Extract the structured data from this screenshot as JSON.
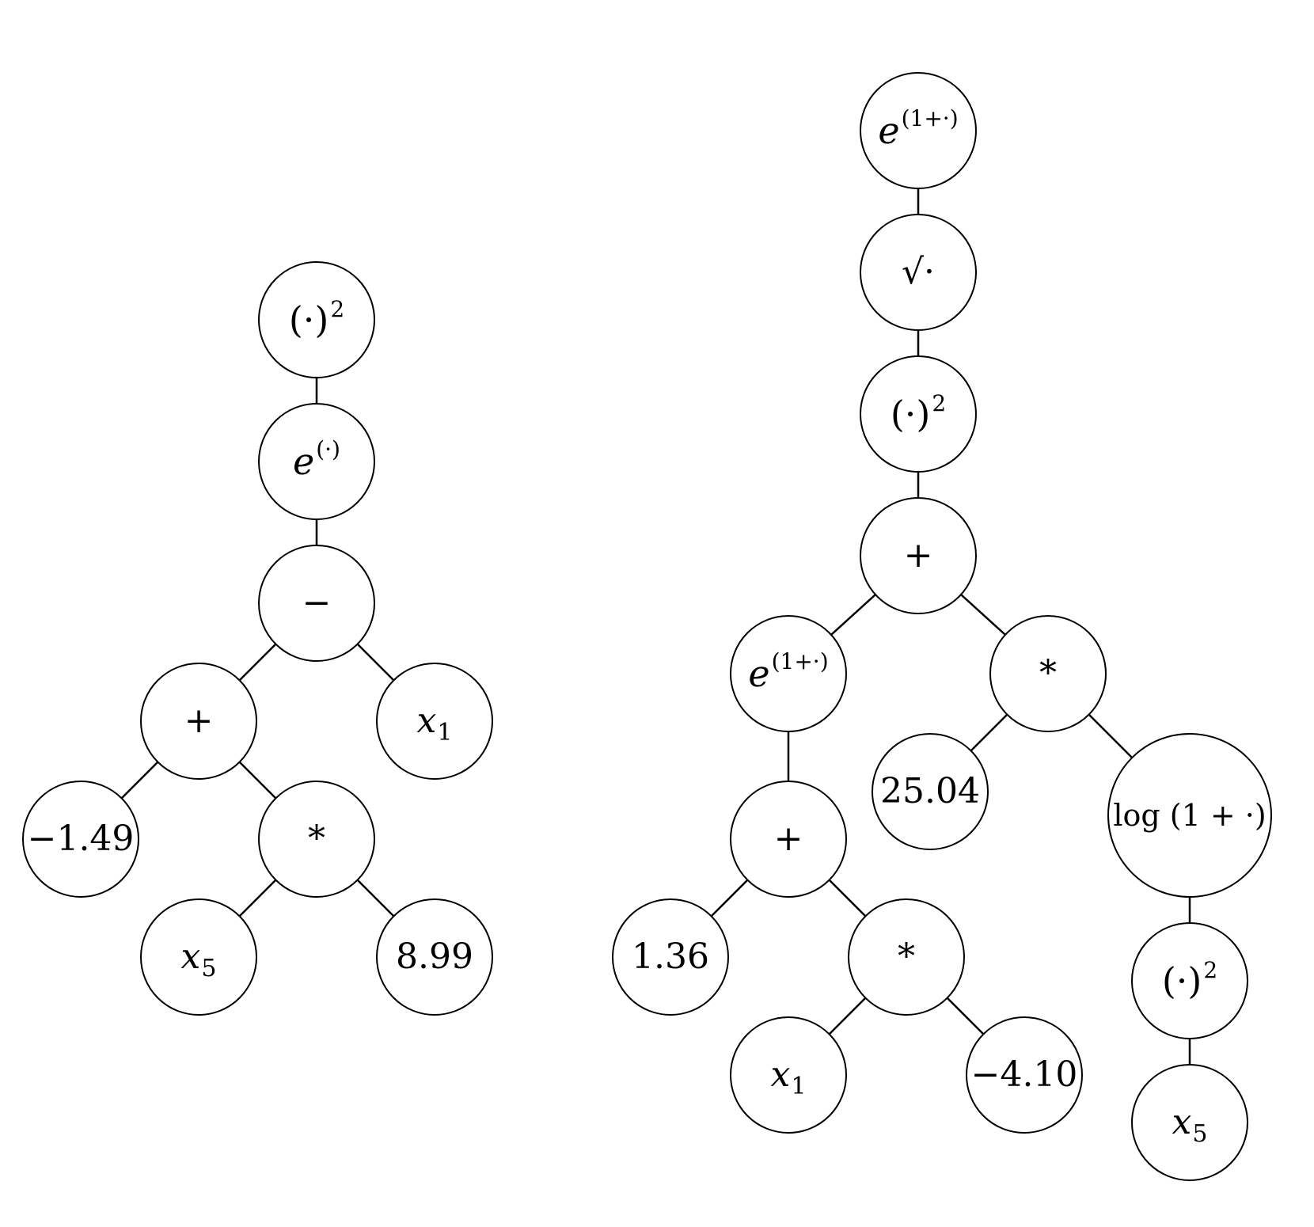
{
  "trees": [
    {
      "nodes": [
        {
          "id": "a1",
          "kind": "pow",
          "base": "(·)",
          "sup": "2"
        },
        {
          "id": "a2",
          "kind": "exp",
          "base": "e",
          "sup": "(·)"
        },
        {
          "id": "a3",
          "kind": "op",
          "text": "−"
        },
        {
          "id": "a4",
          "kind": "op",
          "text": "+"
        },
        {
          "id": "a5",
          "kind": "var",
          "base": "x",
          "sub": "1"
        },
        {
          "id": "a6",
          "kind": "num",
          "text": "−1.49"
        },
        {
          "id": "a7",
          "kind": "op",
          "text": "*"
        },
        {
          "id": "a8",
          "kind": "var",
          "base": "x",
          "sub": "5"
        },
        {
          "id": "a9",
          "kind": "num",
          "text": "8.99"
        }
      ],
      "edges": [
        [
          "a1",
          "a2"
        ],
        [
          "a2",
          "a3"
        ],
        [
          "a3",
          "a4"
        ],
        [
          "a3",
          "a5"
        ],
        [
          "a4",
          "a6"
        ],
        [
          "a4",
          "a7"
        ],
        [
          "a7",
          "a8"
        ],
        [
          "a7",
          "a9"
        ]
      ]
    },
    {
      "nodes": [
        {
          "id": "b1",
          "kind": "exp",
          "base": "e",
          "sup": "(1+·)"
        },
        {
          "id": "b2",
          "kind": "op",
          "text": "√·"
        },
        {
          "id": "b3",
          "kind": "pow",
          "base": "(·)",
          "sup": "2"
        },
        {
          "id": "b4",
          "kind": "op",
          "text": "+"
        },
        {
          "id": "b5",
          "kind": "exp",
          "base": "e",
          "sup": "(1+·)"
        },
        {
          "id": "b6",
          "kind": "op",
          "text": "*"
        },
        {
          "id": "b7",
          "kind": "op",
          "text": "+"
        },
        {
          "id": "b8",
          "kind": "num",
          "text": "25.04"
        },
        {
          "id": "b9",
          "kind": "fn",
          "text": "log (1 + ·)"
        },
        {
          "id": "b10",
          "kind": "num",
          "text": "1.36"
        },
        {
          "id": "b11",
          "kind": "op",
          "text": "*"
        },
        {
          "id": "b12",
          "kind": "pow",
          "base": "(·)",
          "sup": "2"
        },
        {
          "id": "b13",
          "kind": "var",
          "base": "x",
          "sub": "1"
        },
        {
          "id": "b14",
          "kind": "num",
          "text": "−4.10"
        },
        {
          "id": "b15",
          "kind": "var",
          "base": "x",
          "sub": "5"
        }
      ],
      "edges": [
        [
          "b1",
          "b2"
        ],
        [
          "b2",
          "b3"
        ],
        [
          "b3",
          "b4"
        ],
        [
          "b4",
          "b5"
        ],
        [
          "b4",
          "b6"
        ],
        [
          "b5",
          "b7"
        ],
        [
          "b6",
          "b8"
        ],
        [
          "b6",
          "b9"
        ],
        [
          "b7",
          "b10"
        ],
        [
          "b7",
          "b11"
        ],
        [
          "b9",
          "b12"
        ],
        [
          "b11",
          "b13"
        ],
        [
          "b11",
          "b14"
        ],
        [
          "b12",
          "b15"
        ]
      ]
    }
  ]
}
